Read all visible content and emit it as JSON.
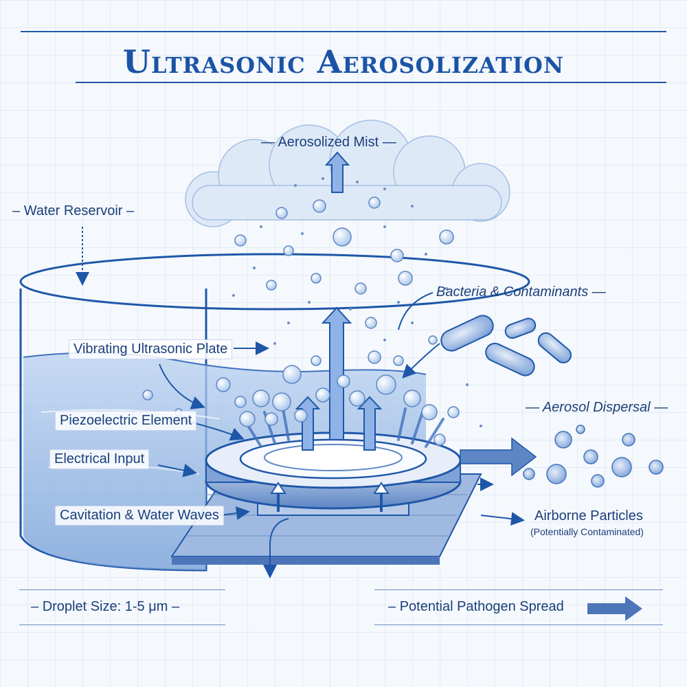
{
  "title": "Ultrasonic Aerosolization",
  "labels": {
    "aerosolized_mist": "Aerosolized Mist",
    "water_reservoir": "Water Reservoir",
    "bacteria": "Bacteria & Contaminants",
    "vibrating_plate": "Vibrating Ultrasonic Plate",
    "piezo": "Piezoelectric Element",
    "electrical_input": "Electrical Input",
    "cavitation": "Cavitation & Water Waves",
    "aerosol_dispersal": "Aerosol Dispersal",
    "airborne_particles": "Airborne Particles",
    "airborne_note": "(Potentially Contaminated)",
    "droplet_size": "Droplet Size: 1-5 μm",
    "pathogen_spread": "Potential Pathogen Spread"
  },
  "colors": {
    "ink": "#1f57a8",
    "water": "#8fb6e6",
    "mist": "#c9dcf5"
  }
}
